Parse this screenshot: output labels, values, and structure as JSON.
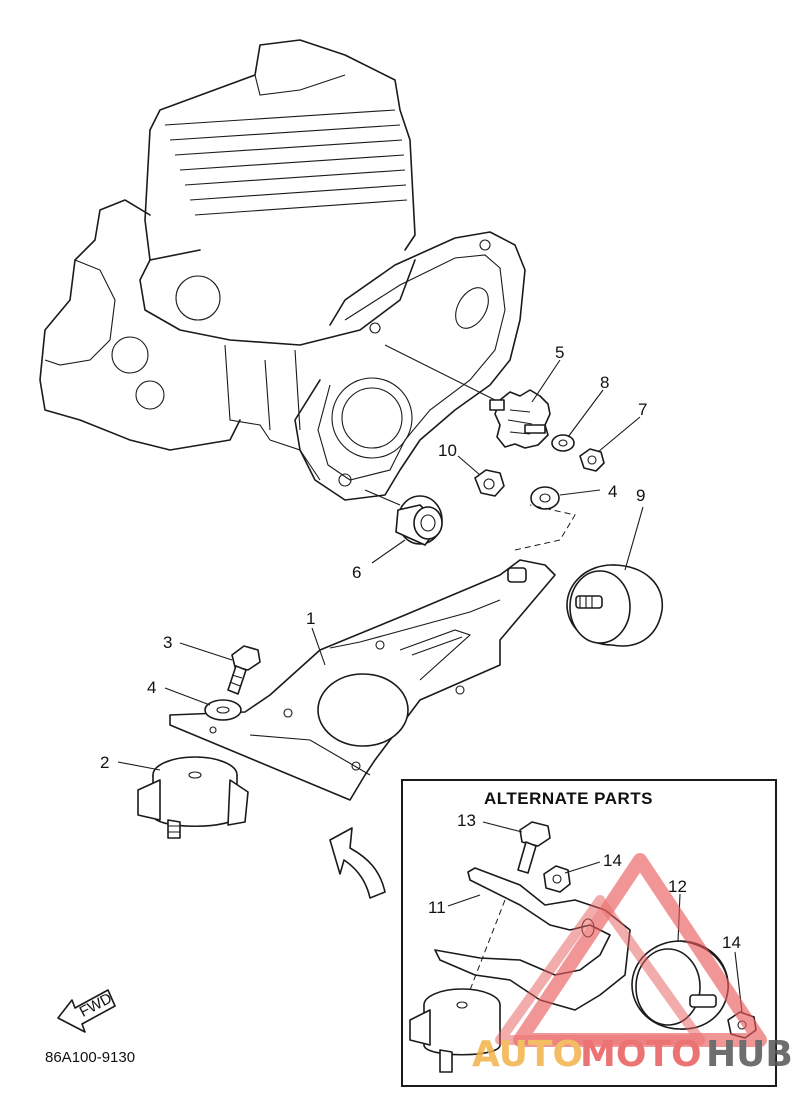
{
  "callouts": [
    "1",
    "2",
    "3",
    "4",
    "4",
    "5",
    "6",
    "7",
    "8",
    "9",
    "10",
    "11",
    "12",
    "13",
    "14",
    "14"
  ],
  "alternate_box": {
    "title": "ALTERNATE PARTS"
  },
  "fwd_label": "FWD",
  "diagram_code": "86A100-9130",
  "watermark": {
    "part1": "AUTO",
    "part2": "MOTO",
    "part3": "HUB",
    "colors": {
      "auto": "#f3b24a",
      "moto": "#e85b5b",
      "hub": "#555555"
    }
  }
}
